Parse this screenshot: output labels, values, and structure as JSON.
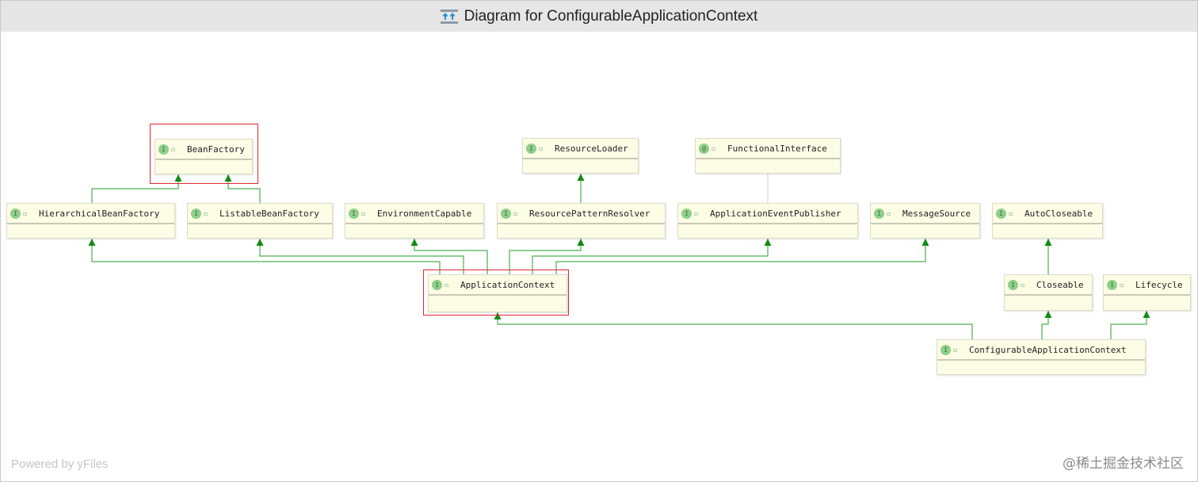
{
  "window": {
    "title": "Diagram for ConfigurableApplicationContext",
    "icon": "diagram-icon"
  },
  "colors": {
    "edge": "#4caf50",
    "arrow": "#138a13",
    "highlight": "#e0272f",
    "node_bg": "#fdfde6",
    "title_bg": "#e6e6e6"
  },
  "nodes": [
    {
      "id": "BeanFactory",
      "name": "BeanFactory",
      "kind": "interface",
      "badge": "I",
      "highlighted": true
    },
    {
      "id": "ResourceLoader",
      "name": "ResourceLoader",
      "kind": "interface",
      "badge": "I"
    },
    {
      "id": "FunctionalInterface",
      "name": "FunctionalInterface",
      "kind": "annotation",
      "badge": "@"
    },
    {
      "id": "HierarchicalBeanFactory",
      "name": "HierarchicalBeanFactory",
      "kind": "interface",
      "badge": "I"
    },
    {
      "id": "ListableBeanFactory",
      "name": "ListableBeanFactory",
      "kind": "interface",
      "badge": "I"
    },
    {
      "id": "EnvironmentCapable",
      "name": "EnvironmentCapable",
      "kind": "interface",
      "badge": "I"
    },
    {
      "id": "ResourcePatternResolver",
      "name": "ResourcePatternResolver",
      "kind": "interface",
      "badge": "I"
    },
    {
      "id": "ApplicationEventPublisher",
      "name": "ApplicationEventPublisher",
      "kind": "interface",
      "badge": "I"
    },
    {
      "id": "MessageSource",
      "name": "MessageSource",
      "kind": "interface",
      "badge": "I"
    },
    {
      "id": "AutoCloseable",
      "name": "AutoCloseable",
      "kind": "interface",
      "badge": "I"
    },
    {
      "id": "ApplicationContext",
      "name": "ApplicationContext",
      "kind": "interface",
      "badge": "I",
      "highlighted": true
    },
    {
      "id": "Closeable",
      "name": "Closeable",
      "kind": "interface",
      "badge": "I"
    },
    {
      "id": "Lifecycle",
      "name": "Lifecycle",
      "kind": "interface",
      "badge": "I"
    },
    {
      "id": "ConfigurableApplicationContext",
      "name": "ConfigurableApplicationContext",
      "kind": "interface",
      "badge": "I"
    }
  ],
  "edges": [
    {
      "from": "HierarchicalBeanFactory",
      "to": "BeanFactory",
      "type": "extends"
    },
    {
      "from": "ListableBeanFactory",
      "to": "BeanFactory",
      "type": "extends"
    },
    {
      "from": "ResourcePatternResolver",
      "to": "ResourceLoader",
      "type": "extends"
    },
    {
      "from": "ApplicationEventPublisher",
      "to": "FunctionalInterface",
      "type": "annotated"
    },
    {
      "from": "ApplicationContext",
      "to": "HierarchicalBeanFactory",
      "type": "extends"
    },
    {
      "from": "ApplicationContext",
      "to": "ListableBeanFactory",
      "type": "extends"
    },
    {
      "from": "ApplicationContext",
      "to": "EnvironmentCapable",
      "type": "extends"
    },
    {
      "from": "ApplicationContext",
      "to": "ResourcePatternResolver",
      "type": "extends"
    },
    {
      "from": "ApplicationContext",
      "to": "ApplicationEventPublisher",
      "type": "extends"
    },
    {
      "from": "ApplicationContext",
      "to": "MessageSource",
      "type": "extends"
    },
    {
      "from": "Closeable",
      "to": "AutoCloseable",
      "type": "extends"
    },
    {
      "from": "ConfigurableApplicationContext",
      "to": "ApplicationContext",
      "type": "extends"
    },
    {
      "from": "ConfigurableApplicationContext",
      "to": "Closeable",
      "type": "extends"
    },
    {
      "from": "ConfigurableApplicationContext",
      "to": "Lifecycle",
      "type": "extends"
    }
  ],
  "footer": {
    "powered_by": "Powered by yFiles",
    "watermark": "@稀土掘金技术社区"
  }
}
